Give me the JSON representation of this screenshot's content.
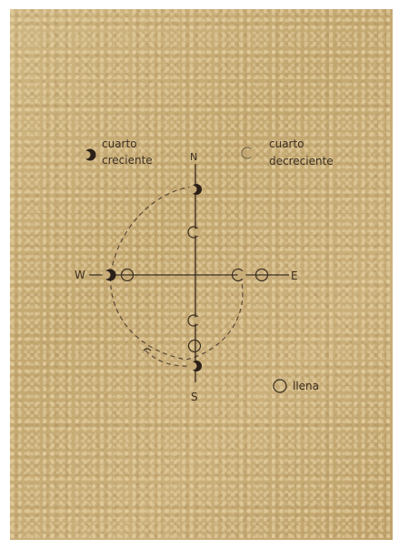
{
  "directions": {
    "north": "N",
    "south": "S",
    "west": "W",
    "east": "E"
  },
  "legend": {
    "waxing_quarter": {
      "line1": "cuarto",
      "line2": "creciente"
    },
    "waning_quarter": {
      "line1": "cuarto",
      "line2": "decreciente"
    },
    "full_moon": "llena"
  },
  "colors": {
    "paper": "#c8ad78",
    "ink": "#3a2e22"
  }
}
